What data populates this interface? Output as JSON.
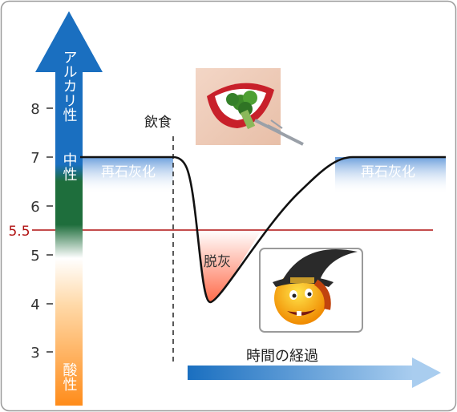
{
  "axis": {
    "ticks": [
      "8",
      "7",
      "6",
      "5",
      "4",
      "3"
    ],
    "critical_label": "5.5",
    "scale_top_label": "アルカリ性",
    "scale_mid_label": "中性",
    "scale_bottom_label": "酸性"
  },
  "annotations": {
    "eating": "飲食",
    "remineralization_left": "再石灰化",
    "remineralization_right": "再石灰化",
    "demineralization": "脱灰",
    "time_arrow": "時間の経過"
  },
  "illustrations": {
    "mouth": "mouth-eating-broccoli",
    "witch": "witch-smiley"
  },
  "colors": {
    "alkaline": "#1a6fc0",
    "neutral": "#1e6e3c",
    "acid": "#ff8c1a",
    "critical_line": "#b01010",
    "curve": "#111111",
    "remineral_band": "#6b9fdc",
    "demineral_fill": "#ff6b4a"
  }
}
